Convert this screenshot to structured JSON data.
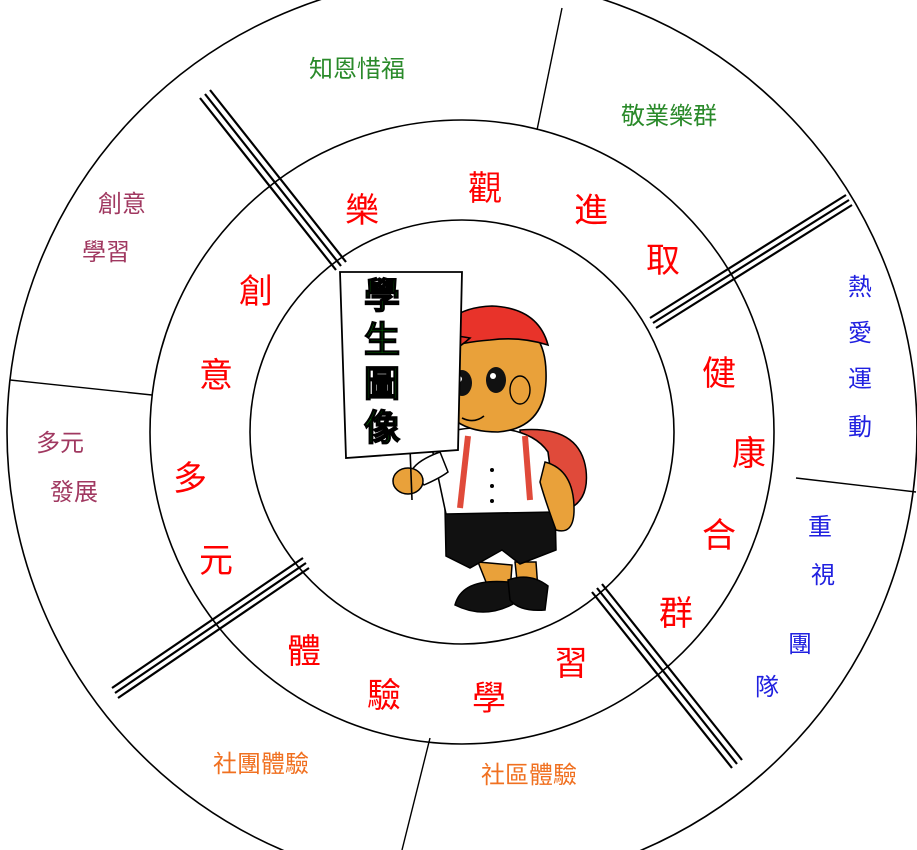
{
  "center_sign": {
    "chars": [
      "學",
      "生",
      "圖",
      "像"
    ]
  },
  "colors": {
    "inner_text": "#ff0000",
    "green": "#2a8a2a",
    "maroon": "#a03860",
    "blue": "#2020e0",
    "orange": "#f07020",
    "sign_text": "#008000",
    "line": "#000000"
  },
  "inner_ring": {
    "le_guan_jin_qu": [
      "樂",
      "觀",
      "進",
      "取"
    ],
    "jian_kang_he_qun": [
      "健",
      "康",
      "合",
      "群"
    ],
    "ti_yan_xue_xi": [
      "體",
      "驗",
      "學",
      "習"
    ],
    "chuang_yi_duo_yuan": [
      "創",
      "意",
      "多",
      "元"
    ]
  },
  "outer_ring": {
    "zhi_en_xi_fu": "知恩惜福",
    "jing_ye_le_qun": "敬業樂群",
    "re_ai_yun_dong": [
      "熱",
      "愛",
      "運",
      "動"
    ],
    "zhong_shi_tuan_dui": [
      "重",
      "視",
      "團",
      "隊"
    ],
    "she_qu_ti_yan": "社區體驗",
    "she_tuan_ti_yan": "社團體驗",
    "duo_yuan_fa_zhan": [
      "多元",
      "發展"
    ],
    "chuang_yi_xue_xi": [
      "創意",
      "學習"
    ]
  }
}
